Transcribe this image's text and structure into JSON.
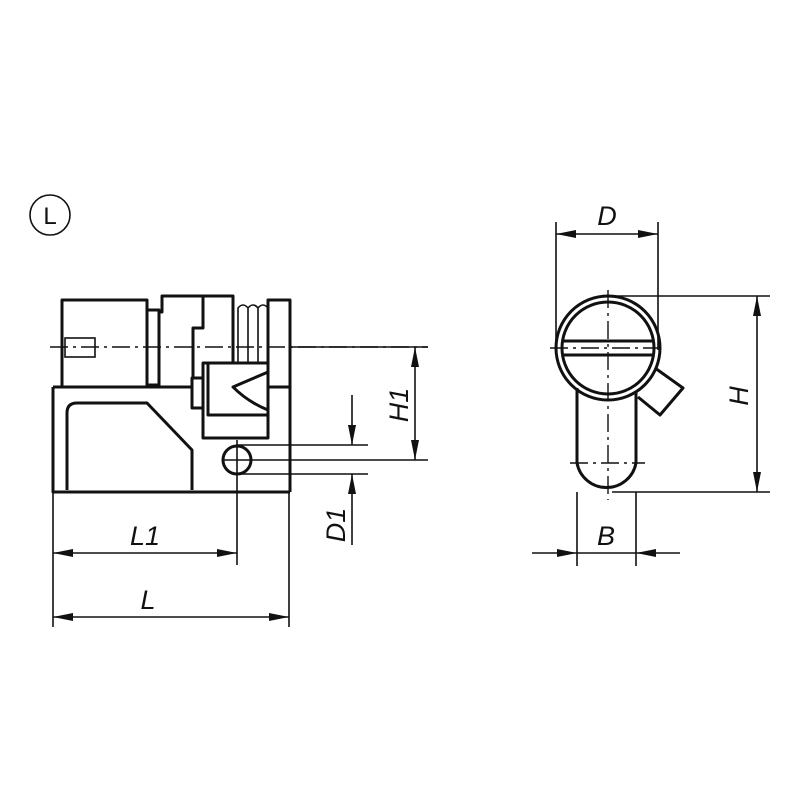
{
  "view_label": "L",
  "dimensions": {
    "L": "L",
    "L1": "L1",
    "H1": "H1",
    "D1": "D1",
    "D": "D",
    "H": "H",
    "B": "B"
  },
  "colors": {
    "line": "#111111",
    "background": "#ffffff"
  }
}
